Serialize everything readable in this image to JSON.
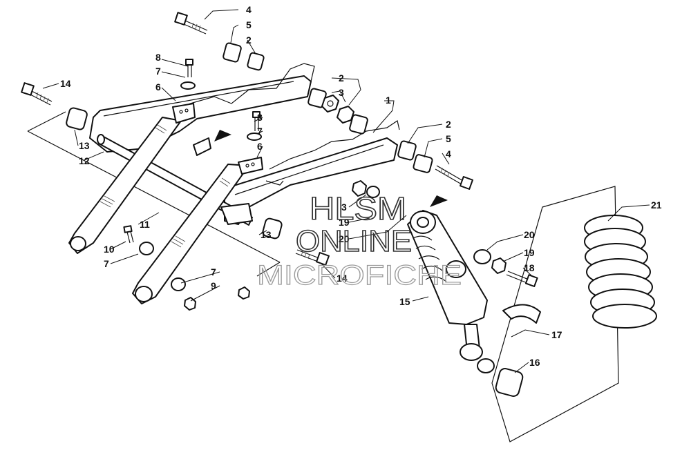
{
  "diagram": {
    "type": "exploded-parts-diagram",
    "watermark": {
      "line1": "HLSM",
      "line2": "ONLINE",
      "line3": "MICROFICHE"
    },
    "callouts": [
      "1",
      "2",
      "3",
      "4",
      "5",
      "6",
      "7",
      "8",
      "9",
      "10",
      "11",
      "12",
      "13",
      "14",
      "15",
      "16",
      "17",
      "18",
      "19",
      "20",
      "21"
    ]
  }
}
